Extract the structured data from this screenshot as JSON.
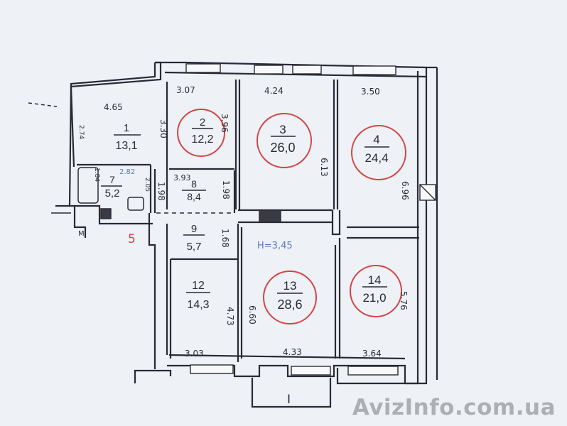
{
  "watermark": "AvizInfo.com.ua",
  "colors": {
    "ink": "#2a2a36",
    "red": "#d04646",
    "blue": "#5a78c8",
    "paper": "#eef1f5"
  },
  "rooms": {
    "r1": {
      "num": "1",
      "area": "13,1"
    },
    "r2": {
      "num": "2",
      "area": "12,2"
    },
    "r3": {
      "num": "3",
      "area": "26,0"
    },
    "r4": {
      "num": "4",
      "area": "24,4"
    },
    "r7": {
      "num": "7",
      "area": "5,2"
    },
    "r8": {
      "num": "8",
      "area": "8,4"
    },
    "r9": {
      "num": "9",
      "area": "5,7"
    },
    "r12": {
      "num": "12",
      "area": "14,3"
    },
    "r13": {
      "num": "13",
      "area": "28,6"
    },
    "r14": {
      "num": "14",
      "area": "21,0"
    }
  },
  "dims": {
    "d_465": "4.65",
    "d_307": "3.07",
    "d_424": "4.24",
    "d_350": "3.50",
    "d_330": "3.30",
    "d_396": "3.96",
    "d_613": "6.13",
    "d_696": "6.96",
    "d_393": "3.93",
    "d_198a": "1.98",
    "d_198b": "1.98",
    "d_168": "1.68",
    "d_660": "6.60",
    "d_473": "4.73",
    "d_576": "5.76",
    "d_303": "3.03",
    "d_433": "4.33",
    "d_364": "3.64",
    "d_282": "2.82",
    "d_274": "2.74",
    "d_184": "1.84",
    "d_205": "2.05"
  },
  "notes": {
    "height": "H=3,45",
    "section": "5",
    "stair": "I",
    "small_m": "M"
  }
}
